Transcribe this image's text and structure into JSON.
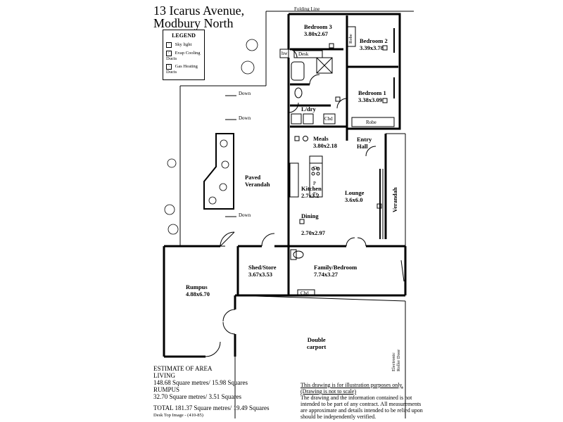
{
  "title": {
    "line1": "13 Icarus Avenue,",
    "line2": "Modbury North"
  },
  "legend": {
    "heading": "LEGEND",
    "items": [
      {
        "icon": "skylight-icon",
        "label": "Sky light"
      },
      {
        "icon": "evap-cooling-icon",
        "label": "Evap Cooling Ducts"
      },
      {
        "icon": "gas-heating-icon",
        "label": "Gas Heating Ducts"
      }
    ]
  },
  "labels": {
    "folding_line": "Folding Line",
    "down": "Down",
    "hw": "hw",
    "desk": "Desk",
    "robe": "Robe",
    "cbd": "Cbd",
    "ov": "Ov",
    "p": "P",
    "fr": "Fr",
    "electronic_roller_door": [
      "Electronic",
      "Roller Door"
    ]
  },
  "rooms": {
    "bedroom3": {
      "name": "Bedroom 3",
      "size": "3.80x2.67"
    },
    "bedroom2": {
      "name": "Bedroom 2",
      "size": "3.39x3.78"
    },
    "bedroom1": {
      "name": "Bedroom 1",
      "size": "3.38x3.09"
    },
    "ldry": {
      "name": "L/dry"
    },
    "meals": {
      "name": "Meals",
      "size": "3.80x2.18"
    },
    "entry": {
      "name": "Entry",
      "name2": "Hall"
    },
    "paved": {
      "name": "Paved",
      "name2": "Verandah"
    },
    "kitchen": {
      "name": "Kitchen",
      "size": "2.7x3.2"
    },
    "lounge": {
      "name": "Lounge",
      "size": "3.6x6.0"
    },
    "dining": {
      "name": "Dining",
      "size": "2.70x2.97"
    },
    "verandah": {
      "name": "Verandah"
    },
    "shed": {
      "name": "Shed/Store",
      "size": "3.67x3.53"
    },
    "family": {
      "name": "Family/Bedroom",
      "size": "7.74x3.27"
    },
    "rumpus": {
      "name": "Rumpus",
      "size": "4.88x6.70"
    },
    "carport": {
      "name": "Double",
      "name2": "carport"
    }
  },
  "area": {
    "heading": "ESTIMATE OF AREA",
    "living_label": "LIVING",
    "living_value": "148.68 Square metres/  15.98 Squares",
    "rumpus_label": "RUMPUS",
    "rumpus_value": "32.70 Square metres/  3.51 Squares",
    "total": "TOTAL  181.37 Square metres/  19.49 Squares"
  },
  "disclaimer": {
    "line1": "This drawing is for illustration purposes only.",
    "line2": "(Drawing is not to scale)",
    "body": "The drawing and the information contained is not intended to be part of any contract.  All measurements are approximate and details intended to be relied upon should be independently verified."
  },
  "footer": "Desk Top Image - (410-85)"
}
